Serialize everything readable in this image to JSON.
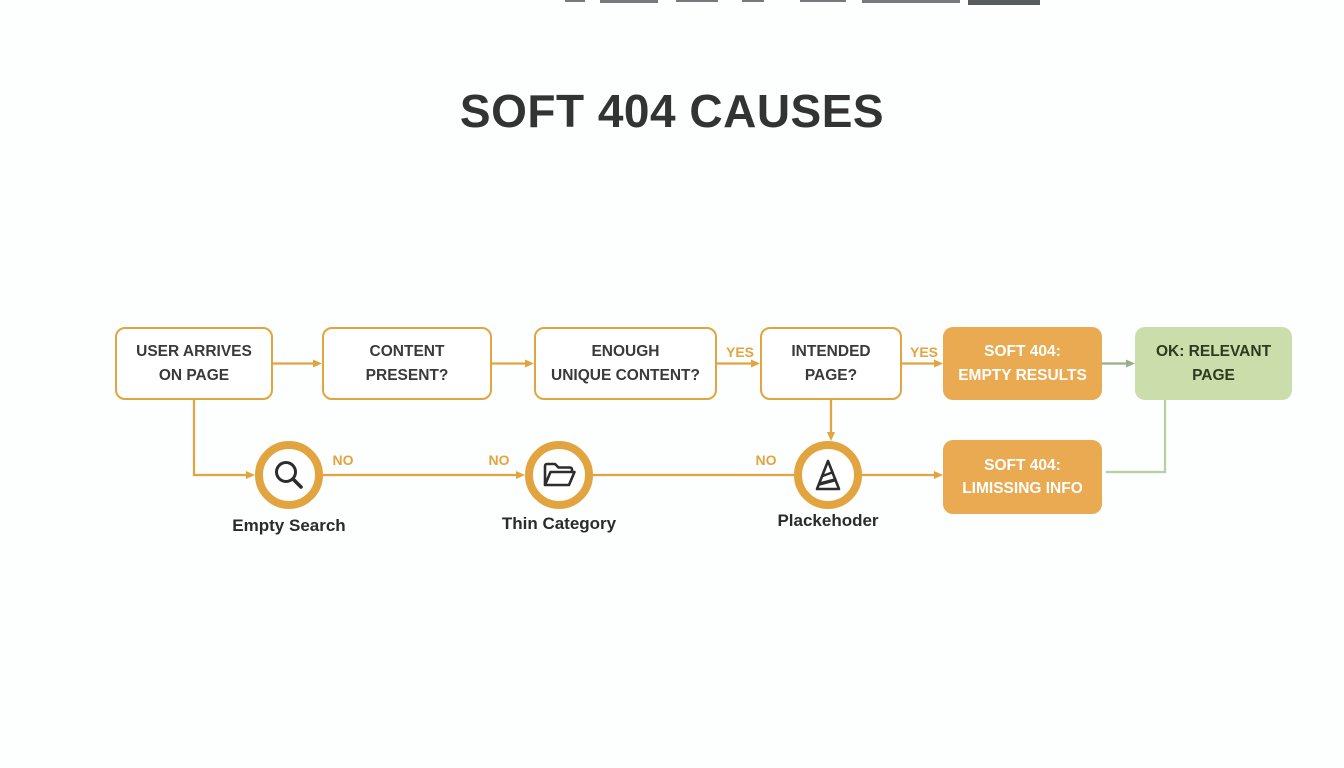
{
  "title": "SOFT 404 CAUSES",
  "colors": {
    "accent_orange": "#E2A43F",
    "orange_fill": "#E9AA51",
    "green_fill": "#CBDDAA",
    "green_line": "#B9CDA2",
    "gray_green_arrow": "#9AAE88",
    "text_dark": "#333333",
    "box_text": "#3A3A3A",
    "icon_dark": "#2D2D2D",
    "caption_dark": "#2B2B2B"
  },
  "flow": {
    "nodes": [
      {
        "id": "user-arrives",
        "label": "USER ARRIVES\nON PAGE",
        "type": "outline"
      },
      {
        "id": "content-present",
        "label": "CONTENT\nPRESENT?",
        "type": "outline"
      },
      {
        "id": "enough-unique-content",
        "label": "ENOUGH\nUNIQUE CONTENT?",
        "type": "outline"
      },
      {
        "id": "intended-page",
        "label": "INTENDED\nPAGE?",
        "type": "outline"
      },
      {
        "id": "soft404-empty-results",
        "label": "SOFT 404:\nEMPTY RESULTS",
        "type": "orange"
      },
      {
        "id": "ok-relevant-page",
        "label": "OK: RELEVANT\nPAGE",
        "type": "green"
      },
      {
        "id": "soft404-limissing-info",
        "label": "SOFT 404:\nLIMISSING INFO",
        "type": "orange"
      }
    ],
    "edge_labels": {
      "yes1": "YES",
      "yes2": "YES",
      "no1": "NO",
      "no2": "NO",
      "no3": "NO"
    },
    "causes": [
      {
        "id": "empty-search",
        "label": "Empty Search",
        "icon": "magnifier-icon"
      },
      {
        "id": "thin-category",
        "label": "Thin Category",
        "icon": "open-folder-icon"
      },
      {
        "id": "placeholder",
        "label": "Plackehoder",
        "icon": "cone-icon"
      }
    ]
  }
}
